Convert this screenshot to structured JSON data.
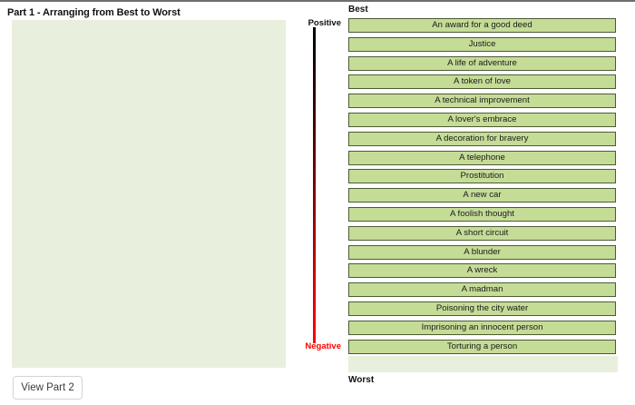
{
  "left": {
    "title": "Part 1 - Arranging from Best to Worst",
    "button_label": "View Part 2"
  },
  "axis": {
    "top_label": "Positive",
    "bottom_label": "Negative",
    "top_color": "#000000",
    "bottom_color": "#ff0000"
  },
  "right": {
    "best_label": "Best",
    "worst_label": "Worst",
    "item_fill": "#c5dc97",
    "item_border": "#4d5b34",
    "items": [
      "An award for a good deed",
      "Justice",
      "A life of adventure",
      "A token of love",
      "A technical improvement",
      "A lover's embrace",
      "A decoration for bravery",
      "A telephone",
      "Prostitution",
      "A new car",
      "A foolish thought",
      "A short circuit",
      "A blunder",
      "A wreck",
      "A madman",
      "Poisoning the city water",
      "Imprisoning an innocent person",
      "Torturing a person"
    ]
  }
}
